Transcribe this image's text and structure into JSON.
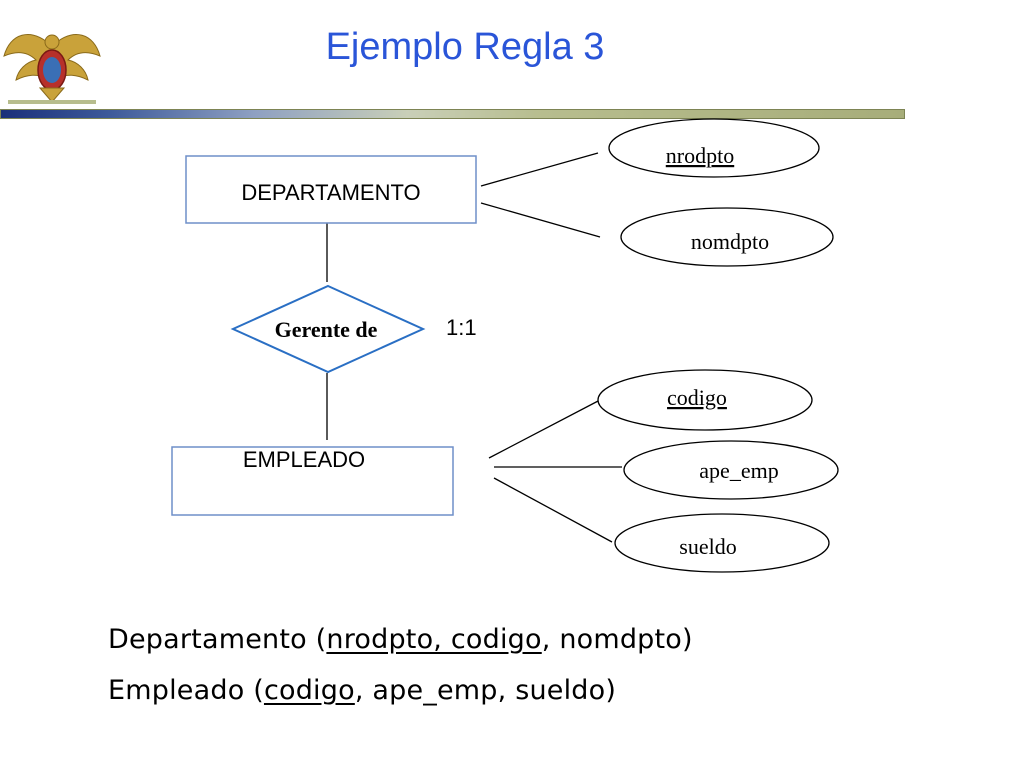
{
  "slide": {
    "title": "Ejemplo Regla 3"
  },
  "colors": {
    "title": "#2a55d8",
    "entity_border": "#6f8fc9",
    "relationship_border": "#2a6fc4",
    "line": "#000000"
  },
  "diagram": {
    "entities": [
      {
        "id": "departamento",
        "label": "DEPARTAMENTO"
      },
      {
        "id": "empleado",
        "label": "EMPLEADO"
      }
    ],
    "relationship": {
      "label": "Gerente de",
      "cardinality": "1:1"
    },
    "attributes": [
      {
        "entity": "departamento",
        "label": "nrodpto",
        "key": true
      },
      {
        "entity": "departamento",
        "label": "nomdpto",
        "key": false
      },
      {
        "entity": "empleado",
        "label": "codigo",
        "key": true
      },
      {
        "entity": "empleado",
        "label": "ape_emp",
        "key": false
      },
      {
        "entity": "empleado",
        "label": "sueldo",
        "key": false
      }
    ]
  },
  "schemas": [
    {
      "name": "Departamento",
      "open": " (",
      "parts": [
        {
          "text": "nrodpto, codigo",
          "key": true
        },
        {
          "text": ", nomdpto",
          "key": false
        }
      ],
      "close": ")"
    },
    {
      "name": "Empleado",
      "open": " (",
      "parts": [
        {
          "text": "codigo",
          "key": true
        },
        {
          "text": ", ape_emp, sueldo",
          "key": false
        }
      ],
      "close": ")"
    }
  ]
}
